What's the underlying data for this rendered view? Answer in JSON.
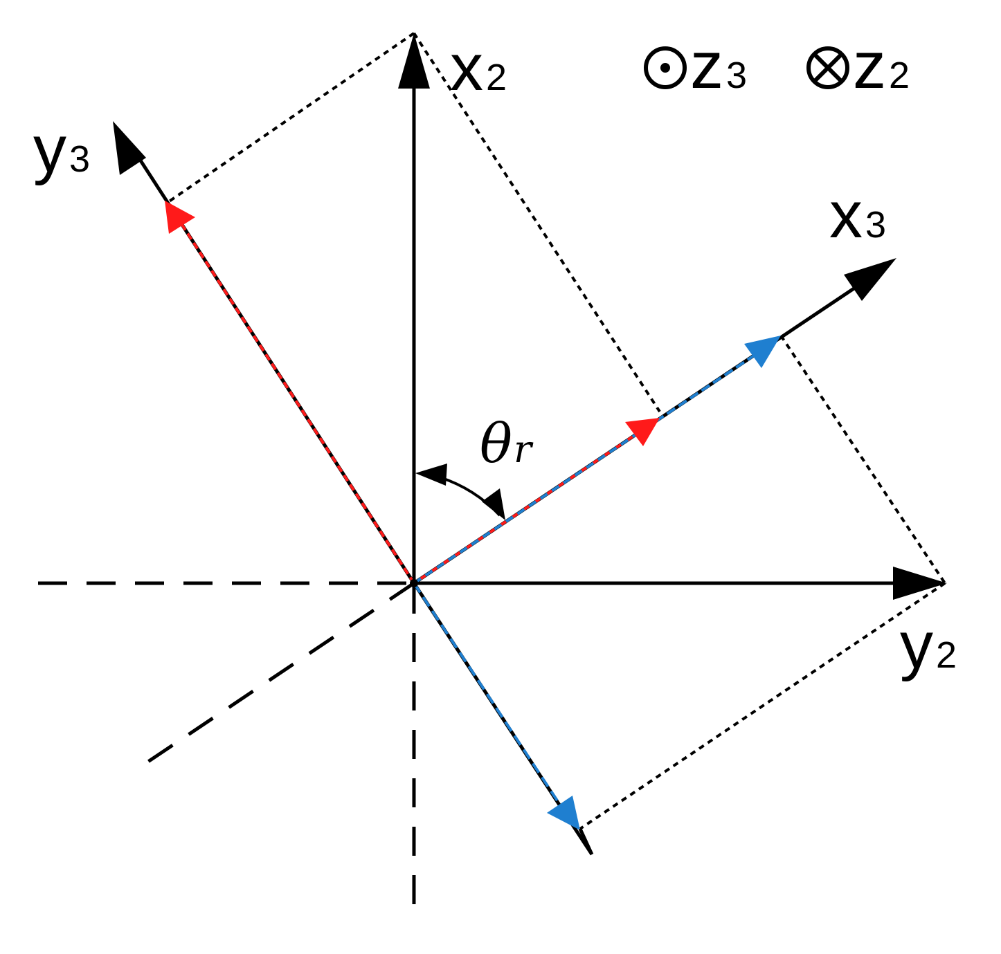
{
  "colors": {
    "axis": "#000000",
    "red": "#ff1a1a",
    "blue": "#1f7fd0"
  },
  "labels": {
    "x2": {
      "main": "x",
      "sub": "2"
    },
    "y2": {
      "main": "y",
      "sub": "2"
    },
    "x3": {
      "main": "x",
      "sub": "3"
    },
    "y3": {
      "main": "y",
      "sub": "3"
    },
    "z3": {
      "main": "z",
      "sub": "3"
    },
    "z2": {
      "main": "z",
      "sub": "2"
    },
    "theta": {
      "main": "θ",
      "sub": "r"
    }
  },
  "icons": {
    "z3_symbol": "dot-in-circle-icon",
    "z2_symbol": "cross-in-circle-icon"
  }
}
